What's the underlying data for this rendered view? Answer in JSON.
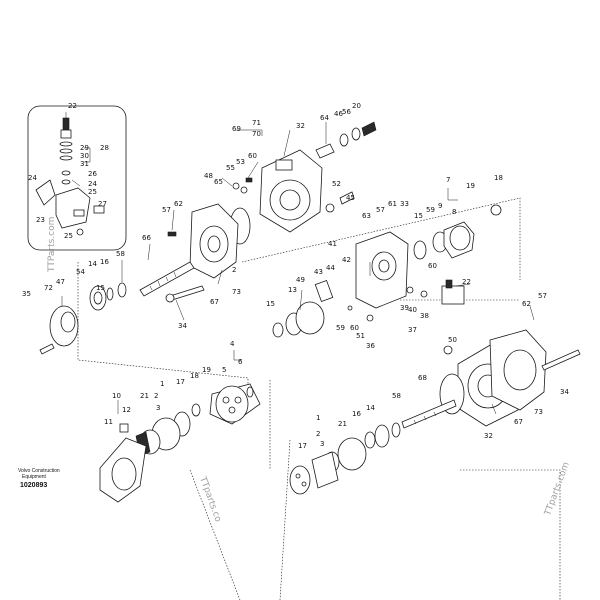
{
  "brand": {
    "line1": "Volvo Construction",
    "line2": "Equipment",
    "figure_number": "1020893"
  },
  "watermarks": [
    "TTParts.com",
    "TTparts.co",
    "TTparts.com"
  ],
  "labels": [
    "22",
    "28",
    "29",
    "30",
    "31",
    "26",
    "24",
    "25",
    "24",
    "23",
    "27",
    "25",
    "69",
    "71",
    "70",
    "32",
    "64",
    "46",
    "56",
    "20",
    "60",
    "55",
    "53",
    "48",
    "65",
    "52",
    "45",
    "62",
    "57",
    "66",
    "58",
    "2",
    "73",
    "67",
    "72",
    "47",
    "14",
    "16",
    "54",
    "15",
    "35",
    "34",
    "41",
    "43",
    "44",
    "42",
    "63",
    "57",
    "61",
    "33",
    "15",
    "59",
    "9",
    "8",
    "7",
    "19",
    "18",
    "60",
    "40",
    "39",
    "38",
    "37",
    "22",
    "62",
    "57",
    "59",
    "60",
    "51",
    "36",
    "13",
    "15",
    "49",
    "50",
    "5",
    "4",
    "6",
    "19",
    "18",
    "17",
    "21",
    "3",
    "1",
    "2",
    "10",
    "12",
    "11",
    "68",
    "58",
    "14",
    "16",
    "21",
    "1",
    "2",
    "3",
    "17",
    "67",
    "73",
    "34",
    "32"
  ]
}
